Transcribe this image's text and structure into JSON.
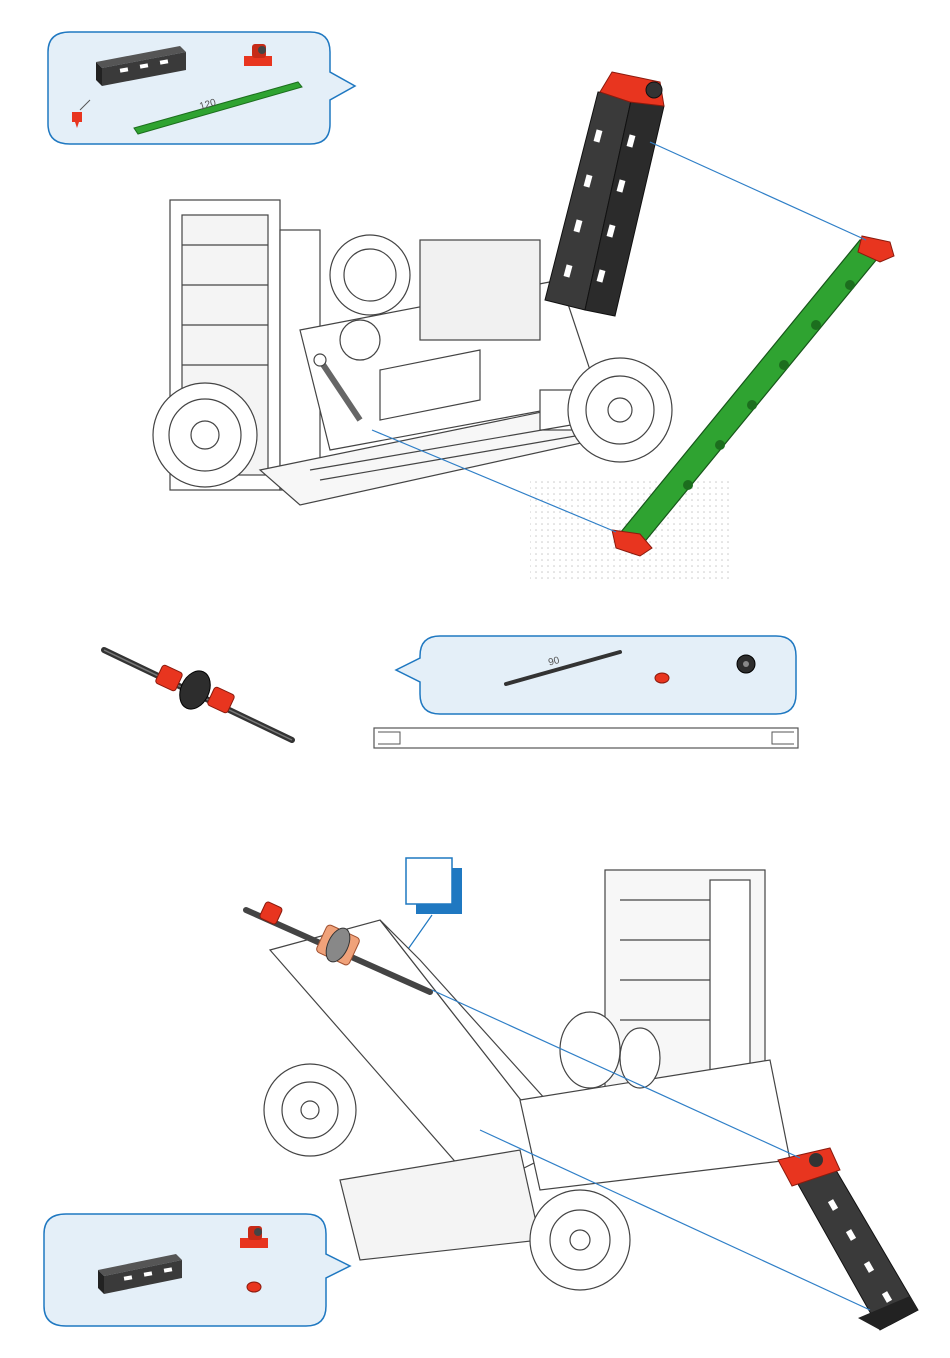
{
  "step1": {
    "parts": [
      {
        "name": "building-block-15-black",
        "color": "#3a3a3a"
      },
      {
        "name": "angle-block-red",
        "color": "#e8351f"
      },
      {
        "name": "connector-red",
        "color": "#e8351f"
      },
      {
        "name": "strut-120-green",
        "color": "#2fa331",
        "label": "120"
      }
    ]
  },
  "step2": {
    "parts": [
      {
        "name": "axle-90",
        "color": "#333333",
        "label": "90"
      },
      {
        "name": "clip-ring-red",
        "color": "#e8351f"
      },
      {
        "name": "hub-nut-black",
        "color": "#2d2d2d"
      }
    ]
  },
  "step3": {
    "parts": [
      {
        "name": "building-block-15-black",
        "color": "#3a3a3a"
      },
      {
        "name": "angle-block-red",
        "color": "#e8351f"
      },
      {
        "name": "clip-ring-red",
        "color": "#e8351f"
      }
    ]
  },
  "colors": {
    "callout_fill": "#e4eff8",
    "callout_stroke": "#1f78c1",
    "guide_line": "#2f7fc7",
    "black_part": "#3a3a3a",
    "red_part": "#e8351f",
    "green_part": "#2fa331"
  }
}
